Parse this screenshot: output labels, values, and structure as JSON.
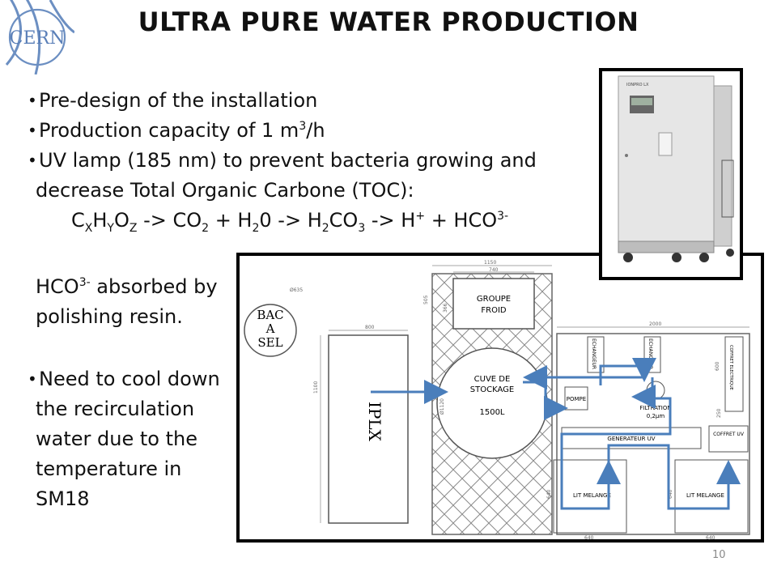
{
  "slide": {
    "title": "ULTRA PURE WATER PRODUCTION",
    "page_number": "10",
    "logo_text": "CERN"
  },
  "bullets": {
    "b1": "Pre-design of the installation",
    "b2_pre": "Production capacity of 1 m",
    "b2_sup": "3",
    "b2_post": "/h",
    "b3_line1": "UV lamp (185 nm) to prevent bacteria growing and",
    "b3_line2": "decrease Total Organic Carbone (TOC):",
    "eq": {
      "c": "C",
      "x": "X",
      "h": "H",
      "y": "Y",
      "o": "O",
      "z": "Z",
      "t1": " -> CO",
      "s2": "2",
      "t2": " + H",
      "s3": "2",
      "t3": "0 -> H",
      "s4": "2",
      "t4": "CO",
      "s5": "3",
      "t5": " -> H",
      "sp1": "+",
      "t6": " + HCO",
      "sp2": "3-"
    },
    "hco_a": "HCO",
    "hco_sup": "3-",
    "hco_b": " absorbed by",
    "hco_line2": "polishing resin.",
    "b4_line1": "Need to cool down",
    "b4_line2": "the recirculation",
    "b4_line3": "water due to the",
    "b4_line4": "temperature in",
    "b4_line5": "SM18"
  },
  "plan": {
    "bac_a_sel": [
      "BAC",
      "A",
      "SEL"
    ],
    "iplx": "IPLX",
    "groupe_froid": [
      "GROUPE",
      "FROID"
    ],
    "cuve": [
      "CUVE DE",
      "STOCKAGE"
    ],
    "cuve_volume": "1500L",
    "pompe": "POMPE",
    "echangeur_1": "ECHANGEUR",
    "echangeur_2": "ECHANGEUR",
    "filtration": [
      "FILTRATION",
      "0,2µm"
    ],
    "coffret_elec": "COFFRET ELECTRIQUE",
    "generateur": "GENERATEUR UV",
    "coffret_uv": "COFFRET UV",
    "lit1": "LIT MELANGE",
    "lit2": "LIT MELANGE",
    "dims": {
      "d1150": "1150",
      "d740": "740",
      "d635": "Ø635",
      "d800": "800",
      "d2000": "2000",
      "d1100": "1100",
      "d1120": "Ø1120",
      "d600": "600",
      "d250": "250",
      "d640a": "640",
      "d640b": "640",
      "d640c": "640",
      "d640d": "640",
      "d366": "366",
      "d505": "505"
    }
  },
  "photo": {
    "brand": "IONPRO LX"
  },
  "colors": {
    "flow_arrow": "#4a7ebb",
    "drawing_line": "#555555",
    "frame": "#000000"
  }
}
